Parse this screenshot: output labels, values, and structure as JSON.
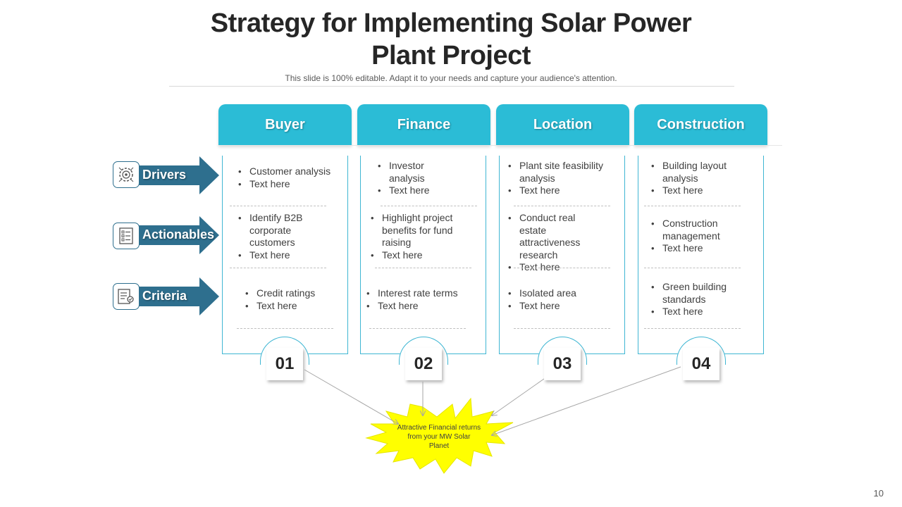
{
  "title_line1": "Strategy for Implementing Solar Power",
  "title_line2": "Plant Project",
  "subtitle": "This slide is 100% editable. Adapt it to your needs and capture your audience's attention.",
  "columns": [
    {
      "header": "Buyer",
      "number": "01",
      "rows": [
        [
          "Customer analysis",
          "Text here"
        ],
        [
          "Identify B2B corporate customers",
          "Text here"
        ],
        [
          "Credit ratings",
          "Text here"
        ]
      ]
    },
    {
      "header": "Finance",
      "number": "02",
      "rows": [
        [
          "Investor analysis",
          "Text here"
        ],
        [
          "Highlight project benefits for fund raising",
          "Text here"
        ],
        [
          "Interest rate terms",
          "Text here"
        ]
      ]
    },
    {
      "header": "Location",
      "number": "03",
      "rows": [
        [
          "Plant site feasibility analysis",
          "Text here"
        ],
        [
          "Conduct real estate attractiveness research",
          "Text here"
        ],
        [
          "Isolated area",
          "Text here"
        ]
      ]
    },
    {
      "header": "Construction",
      "number": "04",
      "rows": [
        [
          "Building layout analysis",
          "Text here"
        ],
        [
          "Construction management",
          "Text here"
        ],
        [
          "Green building standards",
          "Text here"
        ]
      ]
    }
  ],
  "row_labels": [
    {
      "label": "Drivers",
      "icon": "target-gear-icon"
    },
    {
      "label": "Actionables",
      "icon": "checklist-icon"
    },
    {
      "label": "Criteria",
      "icon": "criteria-list-icon"
    }
  ],
  "burst_text": "Attractive Financial returns from your MW Solar Planet",
  "page_number": "10",
  "colors": {
    "header": "#2bbcd6",
    "arrow": "#2e6f8e",
    "burst": "#ffff00",
    "border": "#3fb6d3"
  }
}
